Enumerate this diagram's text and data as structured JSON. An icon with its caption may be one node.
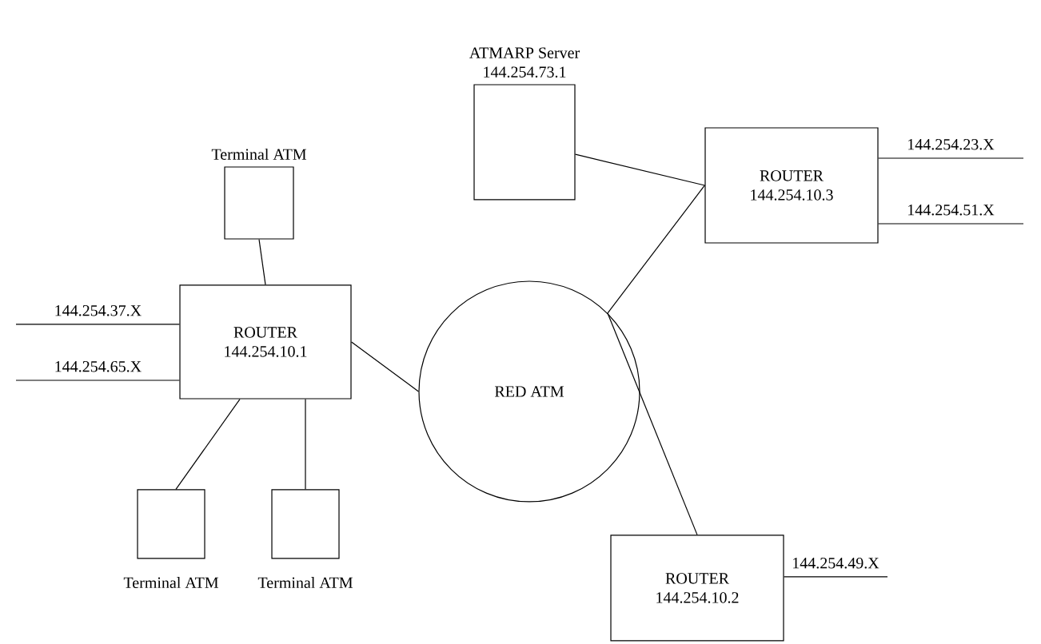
{
  "diagram": {
    "nodes": [
      {
        "text": [
          "RED ATM"
        ]
      },
      {
        "text": [
          "ROUTER",
          "144.254.10.1"
        ]
      },
      {
        "text": [
          "ROUTER",
          "144.254.10.3"
        ]
      },
      {
        "text": [
          "ROUTER",
          "144.254.10.2"
        ]
      },
      {
        "text": [
          "Terminal ATM"
        ]
      },
      {
        "text": [
          "Terminal ATM"
        ]
      },
      {
        "text": [
          "Terminal ATM"
        ]
      },
      {
        "text": [
          "ATMARP Server",
          "144.254.73.1"
        ]
      }
    ],
    "edges": [
      {
        "from": 4,
        "to": 1,
        "arrow": "none"
      },
      {
        "from": 1,
        "to": 5,
        "arrow": "none"
      },
      {
        "from": 1,
        "to": 6,
        "arrow": "none"
      },
      {
        "from": 1,
        "to": 0,
        "arrow": "none"
      },
      {
        "from": 7,
        "to": 2,
        "arrow": "none"
      },
      {
        "from": 0,
        "to": 2,
        "arrow": "none"
      },
      {
        "from": 0,
        "to": 3,
        "arrow": "none"
      },
      {
        "from": 1,
        "to": null,
        "arrow": "none",
        "label": "144.254.37.X"
      },
      {
        "from": 1,
        "to": null,
        "arrow": "none",
        "label": "144.254.65.X"
      },
      {
        "from": 2,
        "to": null,
        "arrow": "none",
        "label": "144.254.23.X"
      },
      {
        "from": 2,
        "to": null,
        "arrow": "none",
        "label": "144.254.51.X"
      },
      {
        "from": 3,
        "to": null,
        "arrow": "none",
        "label": "144.254.49.X"
      }
    ]
  }
}
